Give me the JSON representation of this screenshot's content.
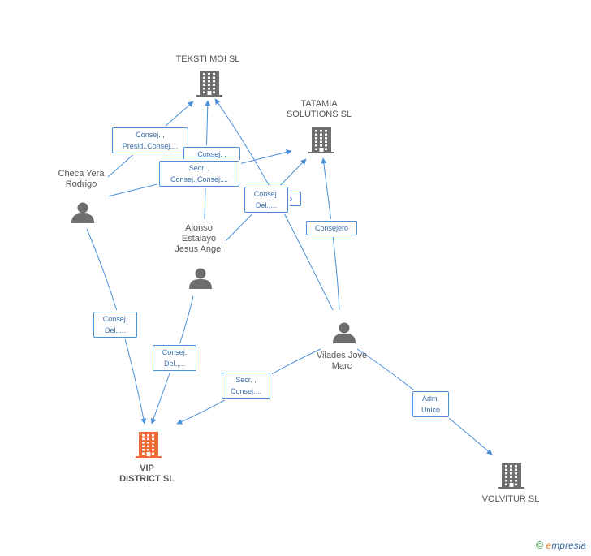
{
  "nodes": {
    "teksti": {
      "label": "TEKSTI MOI SL",
      "kind": "company",
      "color": "#6e6e6e"
    },
    "tatamia": {
      "label": "TATAMIA\nSOLUTIONS SL",
      "kind": "company",
      "color": "#6e6e6e"
    },
    "vip": {
      "label": "VIP\nDISTRICT SL",
      "kind": "company",
      "color": "#f06a35"
    },
    "volvitur": {
      "label": "VOLVITUR SL",
      "kind": "company",
      "color": "#6e6e6e"
    },
    "checa": {
      "label": "Checa Yera\nRodrigo",
      "kind": "person",
      "color": "#6e6e6e"
    },
    "alonso": {
      "label": "Alonso\nEstalayo\nJesus Angel",
      "kind": "person",
      "color": "#6e6e6e"
    },
    "vilades": {
      "label": "Vilades Jove\nMarc",
      "kind": "person",
      "color": "#6e6e6e"
    }
  },
  "roles": {
    "r1": "Consej. ,\nPresid.,Consej....",
    "r2": "Consej. ,",
    "r3": "Secr. ,\nConsej.,Consej....",
    "r4": "Consej.\nDel.,...",
    "r5": "ro",
    "r6": "Consejero",
    "r7": "Consej.\nDel.,...",
    "r8": "Consej.\nDel.,...",
    "r9": "Secr. ,\nConsej....",
    "r10": "Adm.\nUnico"
  },
  "colors": {
    "edge": "#4a90d9",
    "icon": "#6e6e6e",
    "main": "#f06a35"
  },
  "footer": {
    "copyright": "©",
    "brand_first": "e",
    "brand_rest": "mpresia"
  }
}
